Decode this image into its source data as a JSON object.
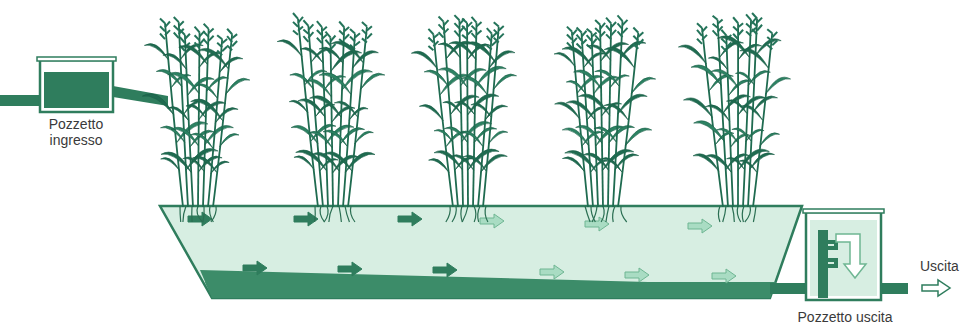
{
  "diagram": {
    "nodes": [
      {
        "text": [
          "Pozzetto ingresso"
        ]
      },
      {
        "text": [
          "Pozzetto uscita"
        ]
      }
    ],
    "labels": [
      "Uscita"
    ]
  }
}
